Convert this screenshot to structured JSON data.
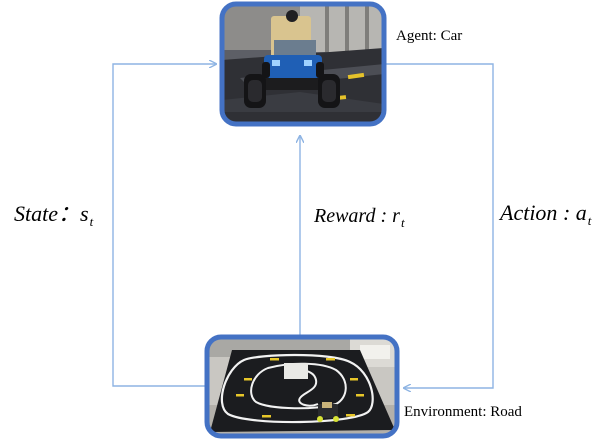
{
  "agent": {
    "caption": "Agent: Car",
    "photo": "robot-car-photo"
  },
  "environment": {
    "caption": "Environment: Road",
    "photo": "road-track-photo"
  },
  "arrows": {
    "state": {
      "label": "State",
      "separator": "：",
      "symbol": "s",
      "subscript": "t"
    },
    "reward": {
      "label": "Reward",
      "separator": " : ",
      "symbol": "r",
      "subscript": "t"
    },
    "action": {
      "label": "Action",
      "separator": " : ",
      "symbol": "a",
      "subscript": "t"
    }
  },
  "colors": {
    "frame_border": "#4472c4",
    "arrow_line": "#8eb4e3",
    "label_text": "#000000"
  }
}
